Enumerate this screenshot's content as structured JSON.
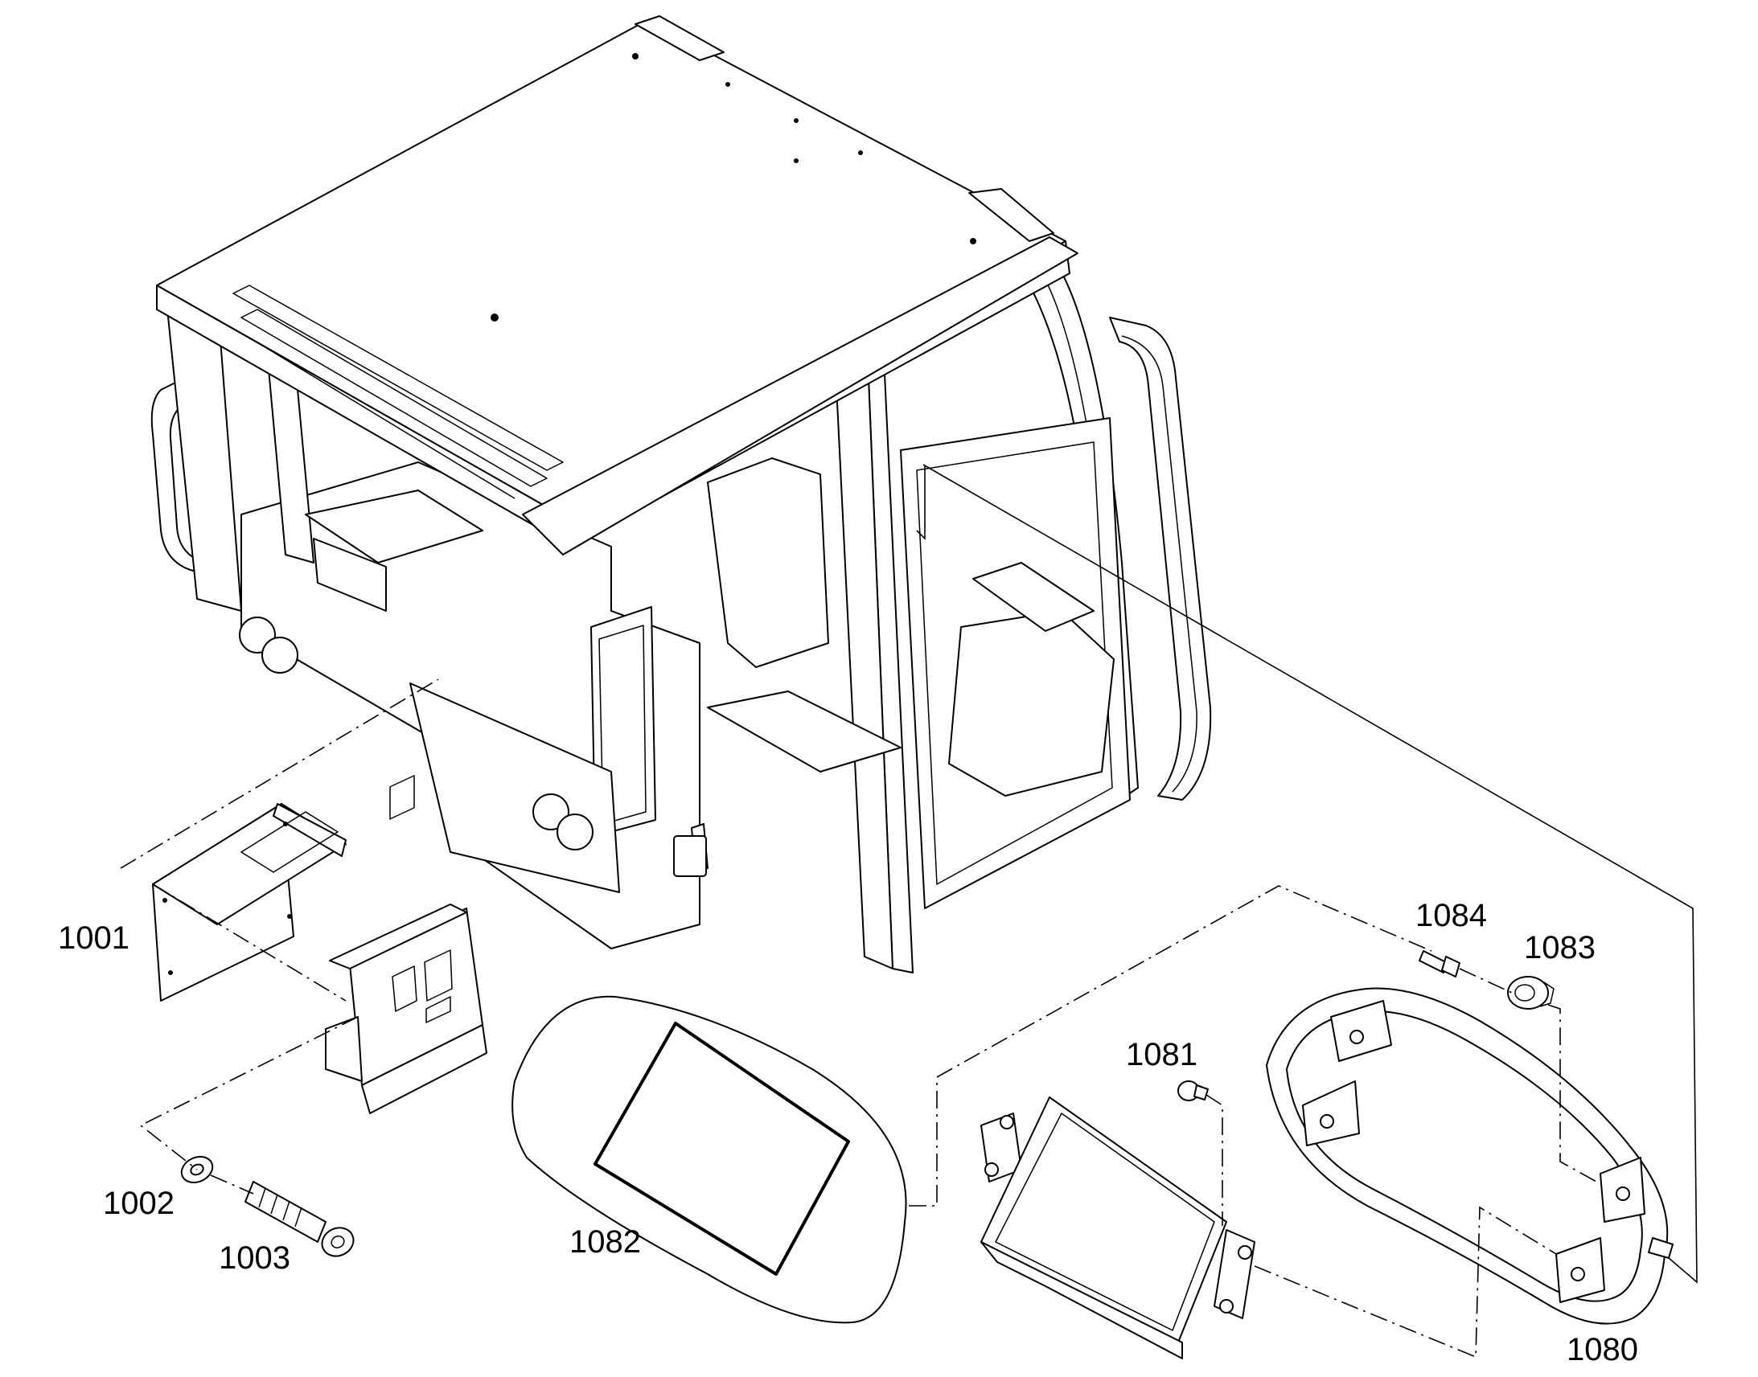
{
  "callouts": {
    "p1001": "1001",
    "p1002": "1002",
    "p1003": "1003",
    "p1080": "1080",
    "p1081": "1081",
    "p1082": "1082",
    "p1083": "1083",
    "p1084": "1084"
  }
}
